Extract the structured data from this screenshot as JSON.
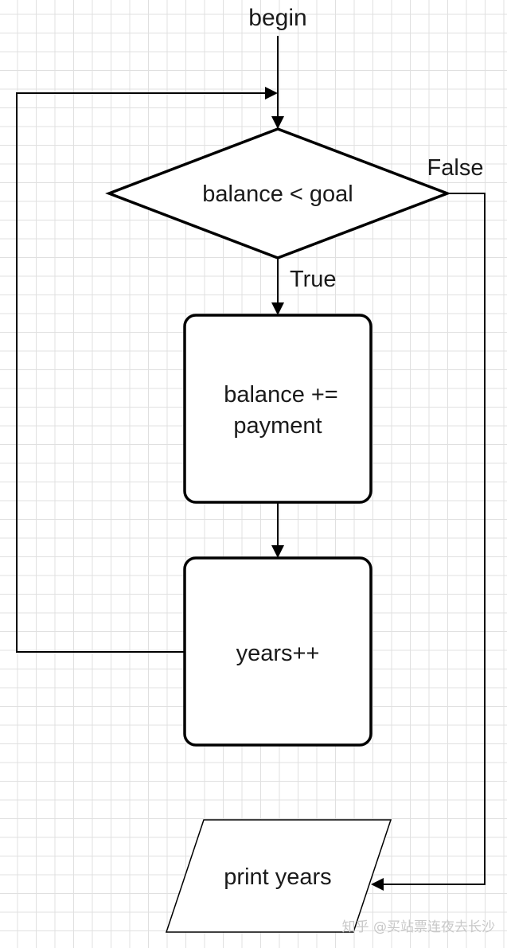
{
  "nodes": {
    "start": "begin",
    "condition": "balance < goal",
    "process1_line1": "balance +=",
    "process1_line2": "payment",
    "process2": "years++",
    "output": "print years"
  },
  "edges": {
    "true_label": "True",
    "false_label": "False"
  },
  "watermark": "知乎 @买站票连夜去长沙"
}
